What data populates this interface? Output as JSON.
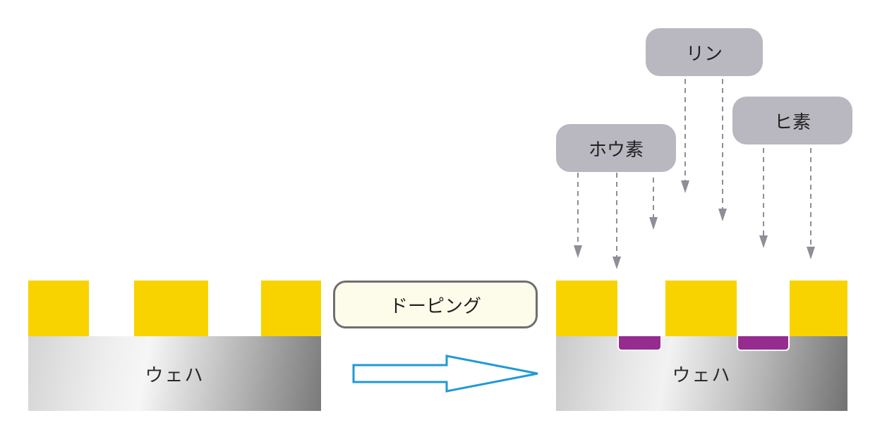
{
  "wafer_label": "ウェハ",
  "process_label": "ドーピング",
  "dopants": {
    "boron": "ホウ素",
    "phosphorus": "リン",
    "arsenic": "ヒ素"
  },
  "colors": {
    "mask": "#f8d300",
    "doped_region": "#962c8f",
    "arrow_outline": "#1f9ad6",
    "dopant_box": "#b9b8c0",
    "dopant_arrow": "#8e8e96",
    "process_box_fill": "#fdfbea"
  }
}
